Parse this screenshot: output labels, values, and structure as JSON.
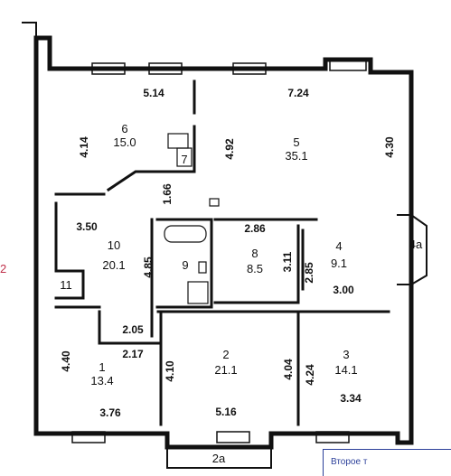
{
  "rooms": [
    {
      "number": "6",
      "area": "15.0"
    },
    {
      "number": "5",
      "area": "35.1"
    },
    {
      "number": "10",
      "area": "20.1"
    },
    {
      "number": "9",
      "area": ""
    },
    {
      "number": "8",
      "area": "8.5"
    },
    {
      "number": "4",
      "area": "9.1"
    },
    {
      "number": "11",
      "area": ""
    },
    {
      "number": "1",
      "area": "13.4"
    },
    {
      "number": "2",
      "area": "21.1"
    },
    {
      "number": "3",
      "area": "14.1"
    },
    {
      "number": "7",
      "area": ""
    }
  ],
  "dimensions": {
    "r6_width": "5.14",
    "r6_height": "4.14",
    "r5_width": "7.24",
    "r5_left": "4.92",
    "r5_right": "4.30",
    "corridor": "1.66",
    "r10_width": "3.50",
    "r10_height": "4.85",
    "r8_width": "2.86",
    "r8_height": "3.11",
    "r4_left": "2.85",
    "r4_bottom": "3.00",
    "hall_w1": "2.05",
    "hall_w2": "2.17",
    "r1_height": "4.40",
    "r1_width": "3.76",
    "r2_left": "4.10",
    "r2_right": "4.04",
    "r2_width": "5.16",
    "r3_left": "4.24",
    "r3_width": "3.34"
  },
  "balcony_4a": "4a",
  "balcony_2a": "2a",
  "left_mark": "2",
  "stamp_text": "Второе т"
}
